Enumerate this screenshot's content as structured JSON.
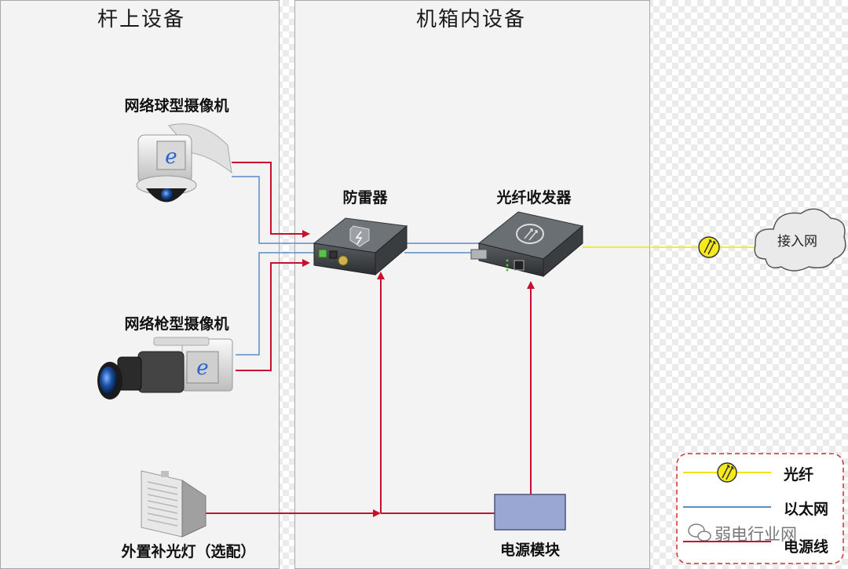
{
  "panels": {
    "pole_title": "杆上设备",
    "cabinet_title": "机箱内设备"
  },
  "devices": {
    "dome_camera": "网络球型摄像机",
    "bullet_camera": "网络枪型摄像机",
    "fill_light": "外置补光灯（选配）",
    "surge_protector": "防雷器",
    "fiber_transceiver": "光纤收发器",
    "power_module": "电源模块",
    "access_network": "接入网"
  },
  "legend": {
    "fiber": "光纤",
    "ethernet": "以太网",
    "power": "电源线"
  },
  "watermark": "弱电行业网",
  "colors": {
    "fiber": "#f2e600",
    "ethernet": "#5b8cc4",
    "power": "#c8102e",
    "legend_border": "#d32f2f",
    "power_module_fill": "#9aa7d3"
  },
  "icons": {
    "dome_camera": "dome-camera-icon",
    "bullet_camera": "bullet-camera-icon",
    "fill_light": "fill-light-icon",
    "surge_protector": "surge-protector-icon",
    "fiber_transceiver": "fiber-transceiver-icon",
    "fiber_connector": "fiber-connector-icon",
    "cloud": "cloud-icon",
    "wechat": "wechat-icon"
  }
}
